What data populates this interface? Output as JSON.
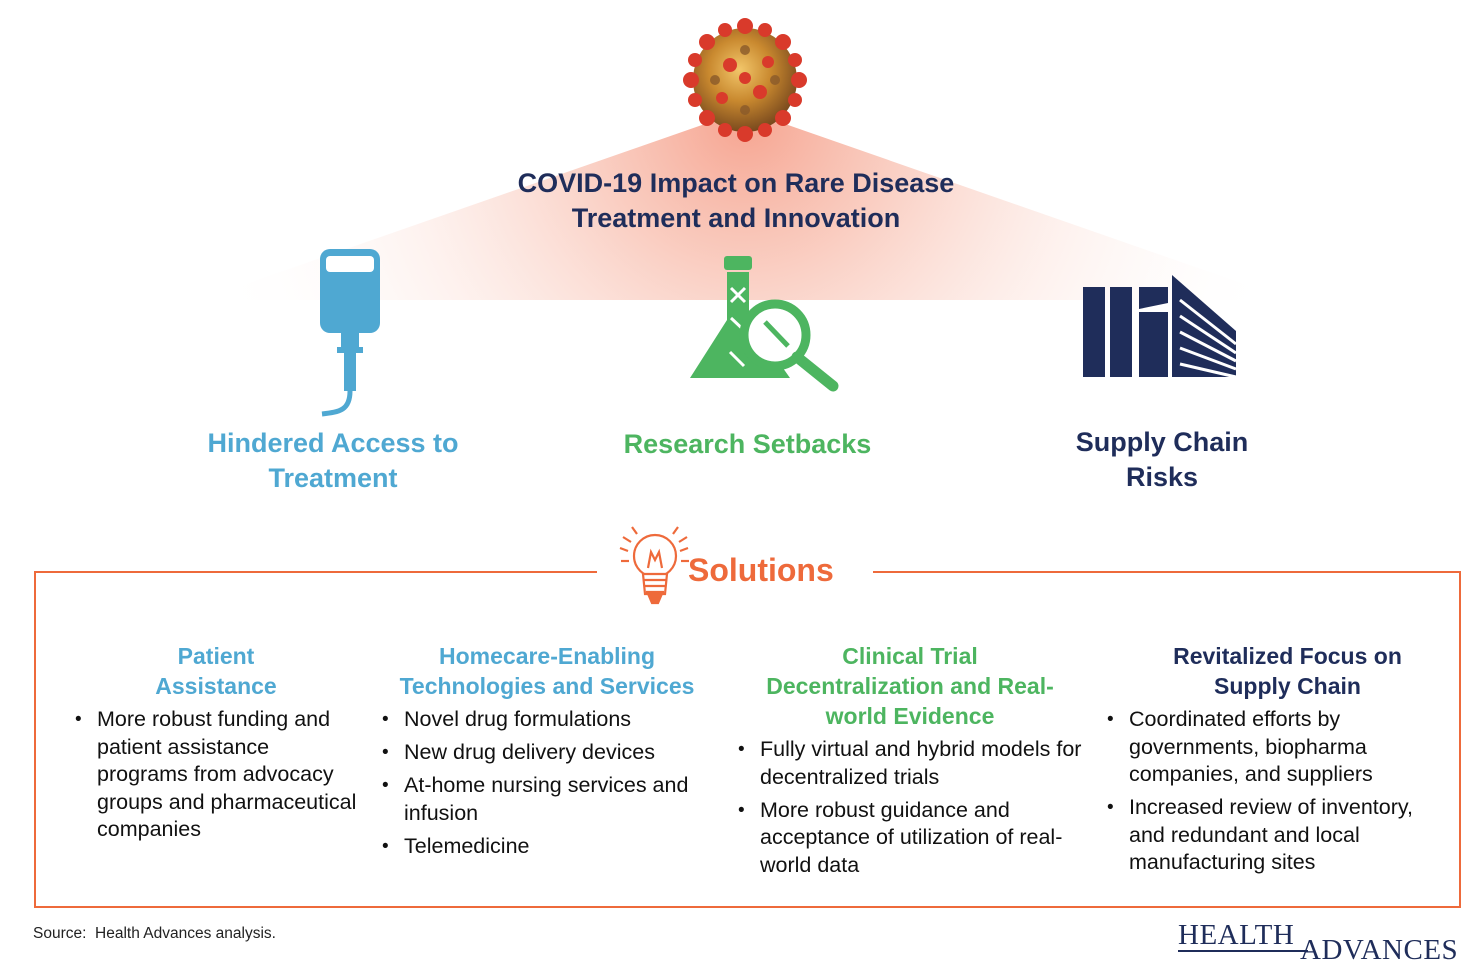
{
  "header": {
    "title_line1": "COVID-19 Impact on Rare Disease",
    "title_line2": "Treatment and Innovation"
  },
  "categories": [
    {
      "line1": "Hindered Access to",
      "line2": "Treatment",
      "icon": "iv-bag-icon",
      "color": "#4fa8d2"
    },
    {
      "line1": "Research Setbacks",
      "line2": "",
      "icon": "flask-magnifier-icon",
      "color": "#4db560"
    },
    {
      "line1": "Supply Chain",
      "line2": "Risks",
      "icon": "building-icon",
      "color": "#1f2d5a"
    }
  ],
  "solutions": {
    "title": "Solutions",
    "icon": "lightbulb-icon",
    "accent": "#ee6a3b",
    "columns": [
      {
        "title_lines": [
          "Patient",
          "Assistance"
        ],
        "bullets": [
          "More robust funding and patient assistance programs from advocacy groups and pharmaceutical companies"
        ]
      },
      {
        "title_lines": [
          "Homecare-Enabling",
          "Technologies and Services"
        ],
        "bullets": [
          "Novel drug formulations",
          "New drug delivery devices",
          "At-home nursing services and infusion",
          "Telemedicine"
        ]
      },
      {
        "title_lines": [
          "Clinical Trial",
          "Decentralization and Real-",
          "world Evidence"
        ],
        "bullets": [
          "Fully virtual and hybrid models for decentralized trials",
          "More robust guidance and acceptance of utilization of real-world data"
        ]
      },
      {
        "title_lines": [
          "Revitalized Focus on",
          "Supply Chain"
        ],
        "bullets": [
          "Coordinated efforts by governments, biopharma companies, and suppliers",
          "Increased review of inventory, and redundant and local manufacturing sites"
        ]
      }
    ]
  },
  "footer": {
    "source": "Source:  Health Advances analysis.",
    "logo_health": "HEALTH",
    "logo_advances": "ADVANCES"
  }
}
